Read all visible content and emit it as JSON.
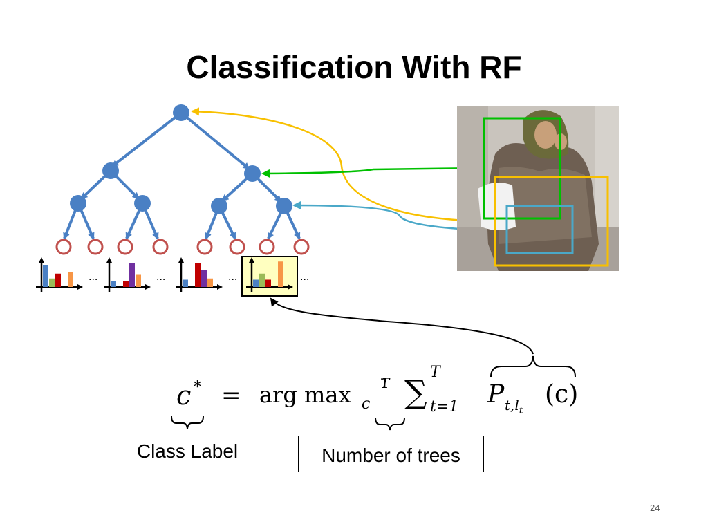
{
  "slide": {
    "title": "Classification With RF",
    "page_number": "24"
  },
  "colors": {
    "node": "#4a80c4",
    "leaf_ring": "#c0504d",
    "green_arrow": "#00c000",
    "yellow_arrow": "#f8c000",
    "cyan_arrow": "#4aa8c8",
    "highlight_fill": "#ffffc0",
    "bar_blue": "#4a80c4",
    "bar_green": "#9bbb59",
    "bar_red": "#c00000",
    "bar_purple": "#7030a0",
    "bar_orange": "#f79646"
  },
  "histograms": [
    {
      "values": [
        0.9,
        0.35,
        0.55,
        0,
        0.6
      ],
      "ellipsis": "..."
    },
    {
      "values": [
        0.25,
        0,
        0.25,
        1.0,
        0.5
      ],
      "ellipsis": "..."
    },
    {
      "values": [
        0.3,
        0,
        1.0,
        0.7,
        0.35
      ],
      "ellipsis": "..."
    },
    {
      "values": [
        0.3,
        0.55,
        0.3,
        0,
        1.05
      ],
      "ellipsis": "...",
      "highlighted": true
    }
  ],
  "formula": {
    "lhs": "c",
    "lhs_sup": "*",
    "equals": "=",
    "argmax": "arg max",
    "argmax_sub": "c",
    "frac_num": "1",
    "frac_den": "T",
    "sum": "∑",
    "sum_sup": "T",
    "sum_sub": "t=1",
    "P": "P",
    "P_sub": "t,l",
    "P_sub_sub": "t",
    "P_arg": "(c)"
  },
  "labels": {
    "class_label": "Class Label",
    "number_of_trees": "Number of trees"
  },
  "photo": {
    "icon": "person-photo"
  }
}
